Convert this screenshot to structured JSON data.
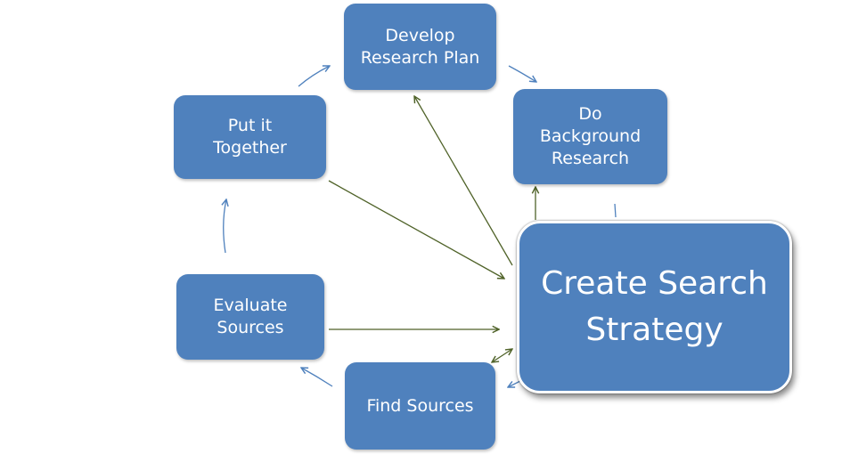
{
  "nodes": {
    "develop_plan": "Develop\nResearch Plan",
    "background_research": "Do\nBackground\nResearch",
    "put_together": "Put it\nTogether",
    "evaluate_sources": "Evaluate\nSources",
    "find_sources": "Find Sources",
    "search_strategy": "Create Search\nStrategy"
  },
  "colors": {
    "node_fill": "#4f81bd",
    "cycle_arrow": "#4f81bd",
    "hub_arrow": "#4f6228"
  }
}
